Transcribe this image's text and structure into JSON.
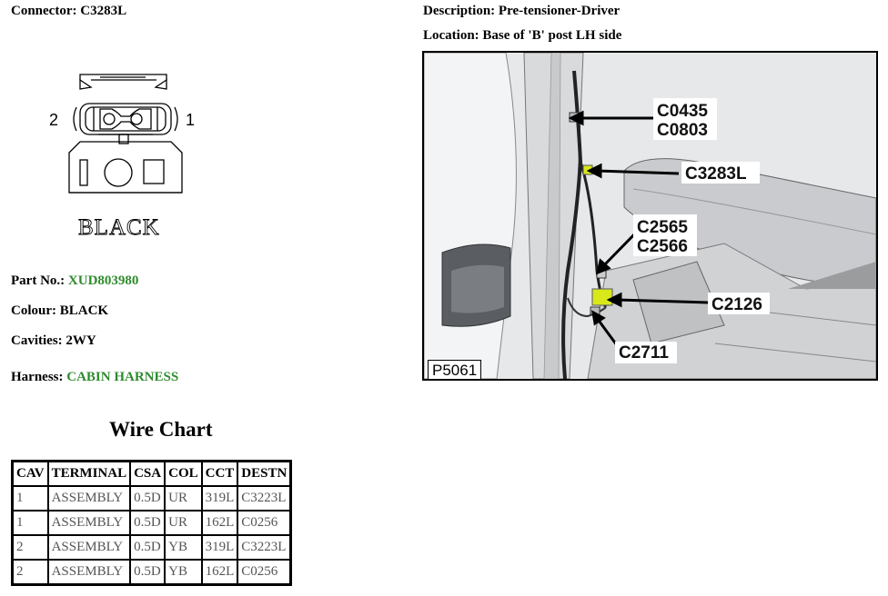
{
  "connector": {
    "label": "Connector:",
    "value": "C3283L"
  },
  "description": {
    "label": "Description:",
    "value": "Pre-tensioner-Driver"
  },
  "location": {
    "label": "Location:",
    "value": "Base of 'B' post LH side"
  },
  "diagram": {
    "pin_left": "2",
    "pin_right": "1",
    "colour_text": "BLACK"
  },
  "part_no": {
    "label": "Part No.:",
    "value": "XUD803980"
  },
  "colour": {
    "label": "Colour:",
    "value": "BLACK"
  },
  "cavities": {
    "label": "Cavities:",
    "value": "2WY"
  },
  "harness": {
    "label": "Harness:",
    "value": "CABIN HARNESS"
  },
  "wire_chart": {
    "title": "Wire Chart",
    "headers": [
      "CAV",
      "TERMINAL",
      "CSA",
      "COL",
      "CCT",
      "DESTN"
    ],
    "rows": [
      [
        "1",
        "ASSEMBLY",
        "0.5D",
        "UR",
        "319L",
        "C3223L"
      ],
      [
        "1",
        "ASSEMBLY",
        "0.5D",
        "UR",
        "162L",
        "C0256"
      ],
      [
        "2",
        "ASSEMBLY",
        "0.5D",
        "YB",
        "319L",
        "C3223L"
      ],
      [
        "2",
        "ASSEMBLY",
        "0.5D",
        "YB",
        "162L",
        "C0256"
      ]
    ]
  },
  "photo": {
    "id": "P5061",
    "callouts": [
      "C0435",
      "C0803",
      "C3283L",
      "C2565",
      "C2566",
      "C2126",
      "C2711"
    ]
  },
  "colors": {
    "link_green": "#2e8b2e",
    "highlight_yellow": "#d8e81a"
  }
}
